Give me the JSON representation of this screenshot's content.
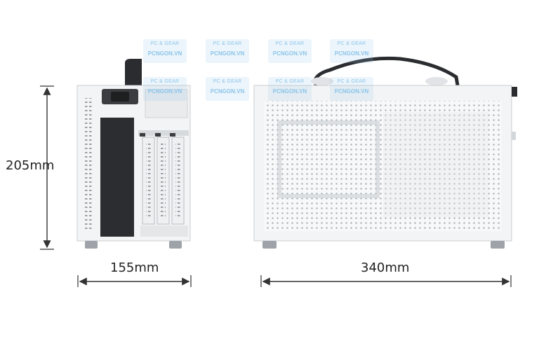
{
  "dimensions": {
    "height": "205mm",
    "width_side": "155mm",
    "length": "340mm"
  },
  "watermark": {
    "tag": "PC & GEAR",
    "site": "PCNGON.VN"
  },
  "colors": {
    "case_body": "#f3f4f5",
    "case_edge": "#c9ccd0",
    "mesh": "#b9bdc2",
    "handle": "#2a2c2f",
    "dimension_line": "#333333"
  }
}
